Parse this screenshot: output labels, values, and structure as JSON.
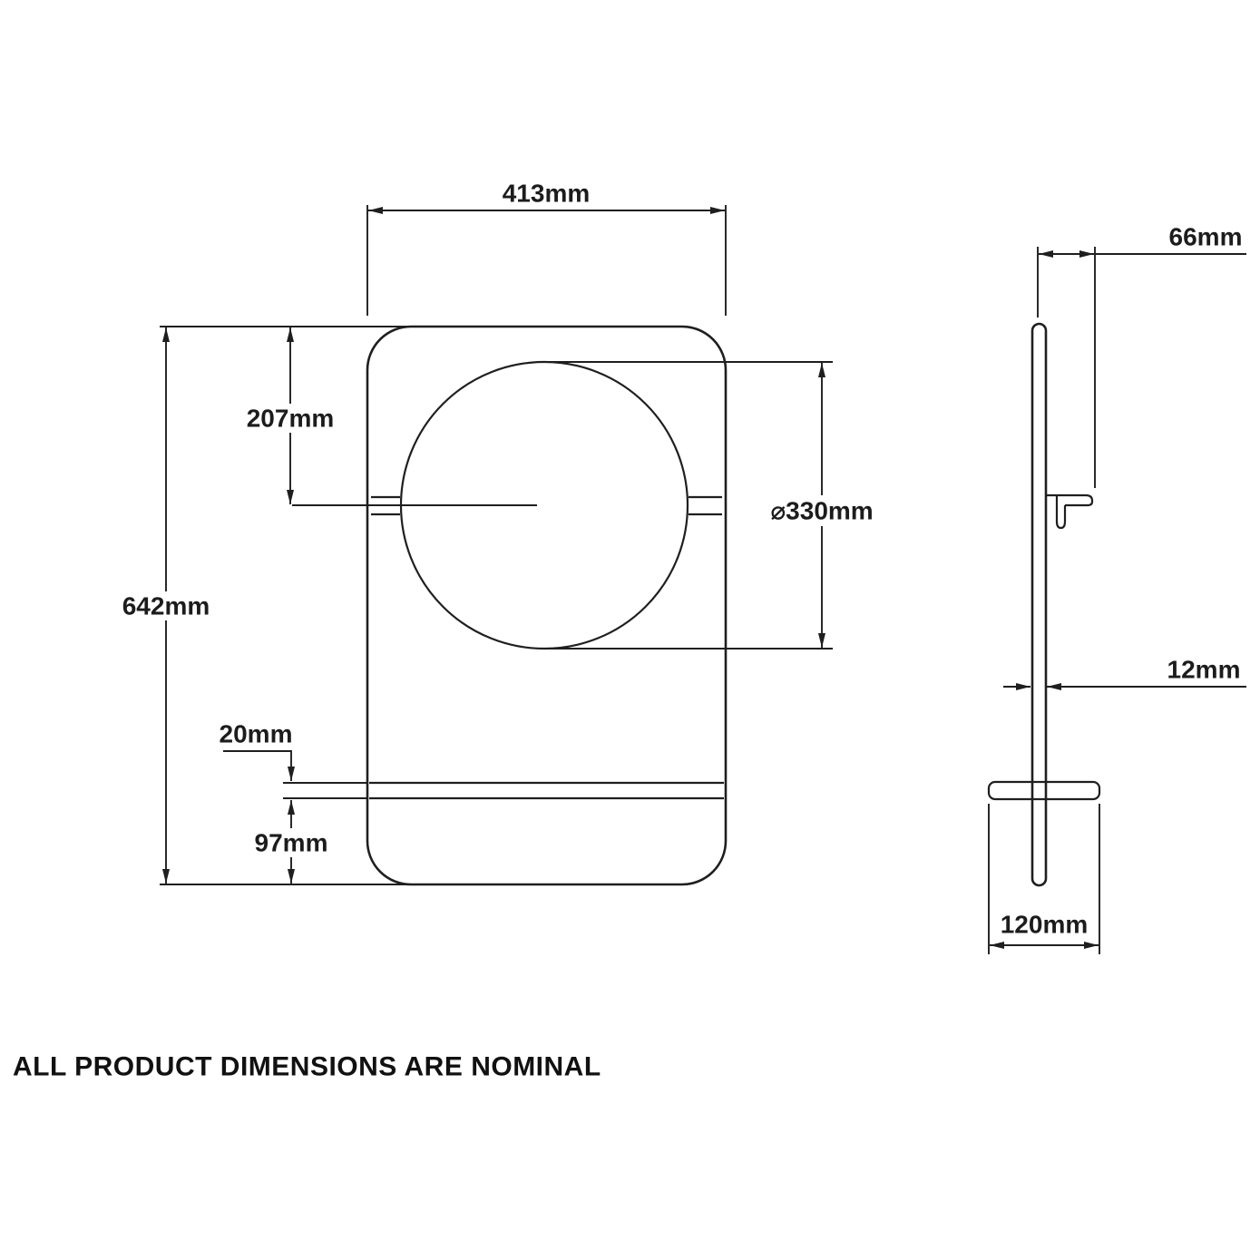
{
  "note": "ALL PRODUCT DIMENSIONS ARE NOMINAL",
  "front_view": {
    "width": "413mm",
    "height": "642mm",
    "mirror_center_from_top": "207mm",
    "mirror_diameter": "⌀330mm",
    "shelf_thickness": "20mm",
    "shelf_from_bottom": "97mm"
  },
  "side_view": {
    "depth": "66mm",
    "frame_thickness": "12mm",
    "shelf_depth": "120mm"
  },
  "colors": {
    "line": "#1f1f1f",
    "background": "#ffffff"
  }
}
